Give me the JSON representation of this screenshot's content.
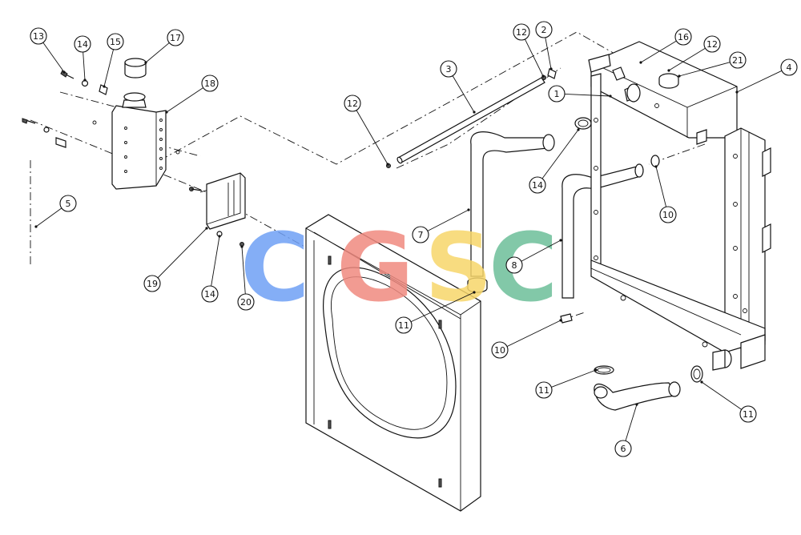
{
  "callouts": [
    {
      "id": "c13a",
      "label": "13"
    },
    {
      "id": "c14a",
      "label": "14"
    },
    {
      "id": "c15",
      "label": "15"
    },
    {
      "id": "c17",
      "label": "17"
    },
    {
      "id": "c18",
      "label": "18"
    },
    {
      "id": "c5",
      "label": "5"
    },
    {
      "id": "c19",
      "label": "19"
    },
    {
      "id": "c14b",
      "label": "14"
    },
    {
      "id": "c20",
      "label": "20"
    },
    {
      "id": "c12a",
      "label": "12"
    },
    {
      "id": "c3",
      "label": "3"
    },
    {
      "id": "c12b",
      "label": "12"
    },
    {
      "id": "c2",
      "label": "2"
    },
    {
      "id": "c16",
      "label": "16"
    },
    {
      "id": "c12c",
      "label": "12"
    },
    {
      "id": "c21",
      "label": "21"
    },
    {
      "id": "c4",
      "label": "4"
    },
    {
      "id": "c1",
      "label": "1"
    },
    {
      "id": "c14c",
      "label": "14"
    },
    {
      "id": "c10a",
      "label": "10"
    },
    {
      "id": "c7",
      "label": "7"
    },
    {
      "id": "c8",
      "label": "8"
    },
    {
      "id": "c11a",
      "label": "11"
    },
    {
      "id": "c10b",
      "label": "10"
    },
    {
      "id": "c11b",
      "label": "11"
    },
    {
      "id": "c11c",
      "label": "11"
    },
    {
      "id": "c6",
      "label": "6"
    }
  ],
  "watermark": {
    "letters": [
      {
        "char": "C",
        "color": "#6fa0f5"
      },
      {
        "char": "G",
        "color": "#f08a80"
      },
      {
        "char": "S",
        "color": "#f7d66b"
      },
      {
        "char": "C",
        "color": "#6dbf9a"
      }
    ]
  }
}
